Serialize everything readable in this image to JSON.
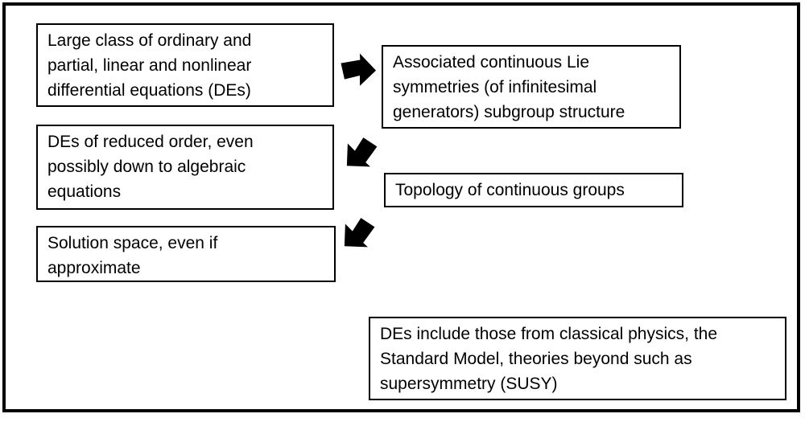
{
  "diagram": {
    "background_color": "#ffffff",
    "line_color": "#000000",
    "boxes": [
      {
        "name": "large-class-of-des",
        "text": "Large class of ordinary and\npartial, linear and nonlinear\ndifferential equations (DEs)"
      },
      {
        "name": "lie-symmetries",
        "text": "Associated continuous Lie\nsymmetries (of infinitesimal\ngenerators) subgroup structure"
      },
      {
        "name": "reduced-order-des",
        "text": "DEs of reduced order, even\npossibly down to algebraic\nequations"
      },
      {
        "name": "topology-of-groups",
        "text": "Topology of continuous groups"
      },
      {
        "name": "solution-space",
        "text": "Solution space, even if\napproximate"
      },
      {
        "name": "des-scope-note",
        "text": "DEs include those from classical physics, the\nStandard Model, theories beyond such as\nsupersymmetry (SUSY)"
      }
    ],
    "arrows": [
      {
        "name": "block-arrow-right-icon",
        "direction": "right"
      },
      {
        "name": "block-arrow-down-left-icon",
        "direction": "down-left"
      },
      {
        "name": "block-arrow-down-left-icon",
        "direction": "down-left"
      }
    ]
  }
}
